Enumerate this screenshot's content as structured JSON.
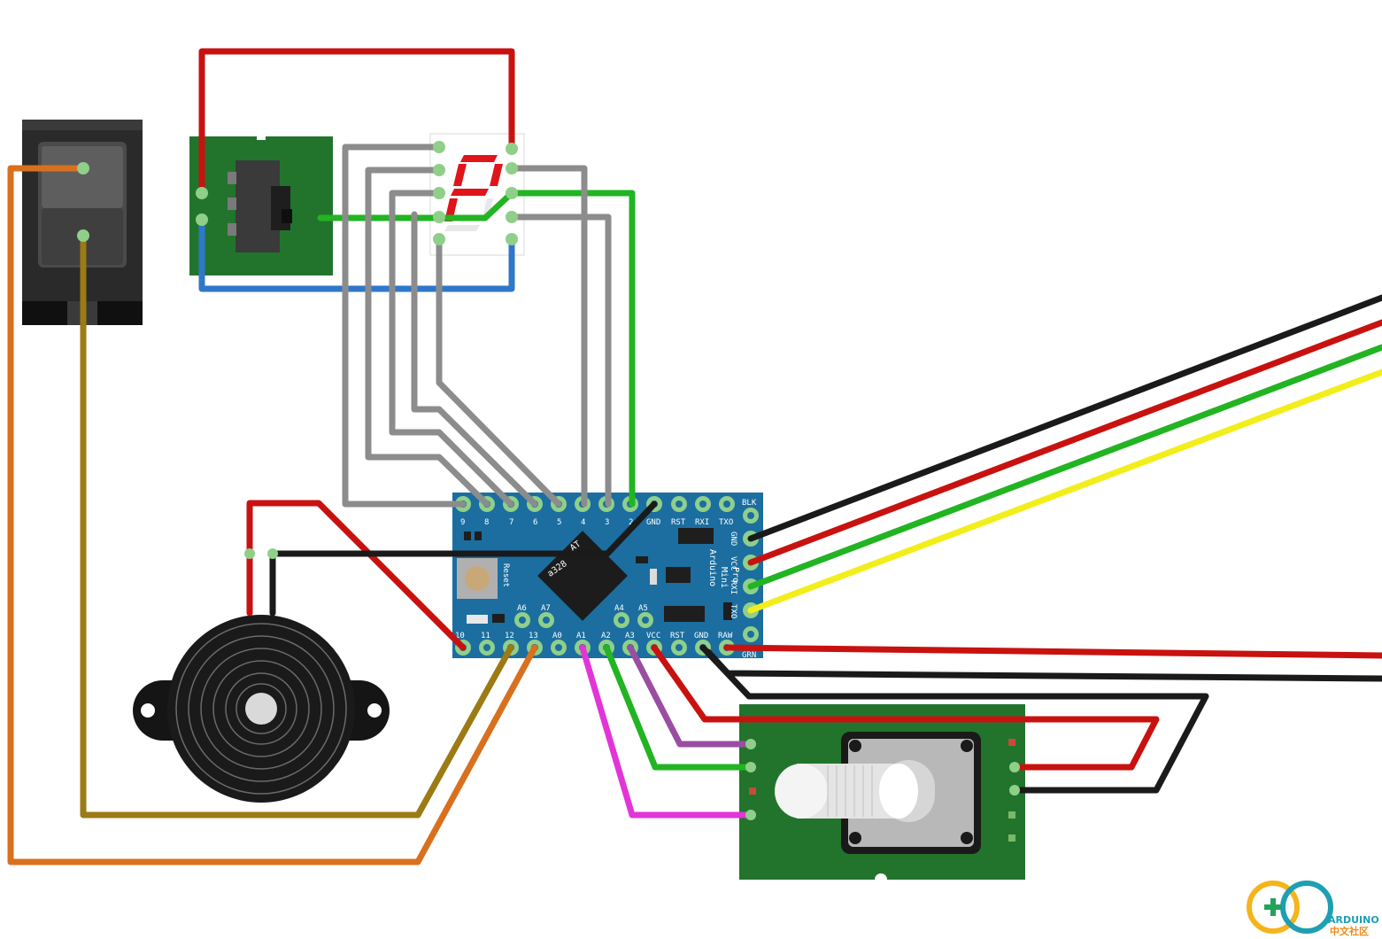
{
  "board": {
    "line1": "Arduino",
    "line2": "Mini",
    "line3": "Pro",
    "reset_label": "Reset",
    "chip_label": "a328",
    "chip_prefix": "AT",
    "top_pins": [
      "9",
      "8",
      "7",
      "6",
      "5",
      "4",
      "3",
      "2",
      "GND",
      "RST",
      "RXI",
      "TXO"
    ],
    "blk_label": "BLK",
    "grn_label": "GRN",
    "right_pins": [
      "GND",
      "VCC",
      "RXI",
      "TXO"
    ],
    "mid_pins": [
      "A6",
      "A7",
      "A4",
      "A5"
    ],
    "bottom_pins": [
      "10",
      "11",
      "12",
      "13",
      "A0",
      "A1",
      "A2",
      "A3",
      "VCC",
      "RST",
      "GND",
      "RAW"
    ]
  },
  "logo": {
    "line1": "ARDUINO",
    "line2": "中文社区"
  },
  "colors": {
    "red": "#c8120f",
    "black": "#1a1a1a",
    "green": "#22b422",
    "yellow": "#f2ee1b",
    "gray": "#8c8c8c",
    "blue": "#2f77c9",
    "orange": "#d9701e",
    "olive": "#9c7a14",
    "magenta": "#e235d8",
    "purple": "#9a4ea2",
    "pcb_green": "#22742c",
    "pcb_blue": "#1b6e9f"
  }
}
